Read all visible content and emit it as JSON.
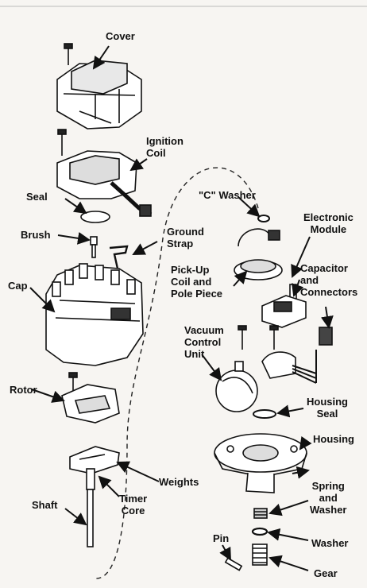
{
  "labels": {
    "cover": "Cover",
    "ignition_coil_1": "Ignition",
    "ignition_coil_2": "Coil",
    "seal": "Seal",
    "brush": "Brush",
    "ground_strap_1": "Ground",
    "ground_strap_2": "Strap",
    "cap": "Cap",
    "rotor": "Rotor",
    "shaft": "Shaft",
    "weights": "Weights",
    "timer_core_1": "Timer",
    "timer_core_2": "Core",
    "c_washer": "\"C\" Washer",
    "electronic_module_1": "Electronic",
    "electronic_module_2": "Module",
    "pickup_coil_1": "Pick-Up",
    "pickup_coil_2": "Coil and",
    "pickup_coil_3": "Pole Piece",
    "capacitor_1": "Capacitor",
    "capacitor_2": "and",
    "capacitor_3": "Connectors",
    "vacuum_1": "Vacuum",
    "vacuum_2": "Control",
    "vacuum_3": "Unit",
    "housing_seal_1": "Housing",
    "housing_seal_2": "Seal",
    "housing": "Housing",
    "spring_washer_1": "Spring",
    "spring_washer_2": "and",
    "spring_washer_3": "Washer",
    "washer": "Washer",
    "pin": "Pin",
    "gear": "Gear"
  }
}
